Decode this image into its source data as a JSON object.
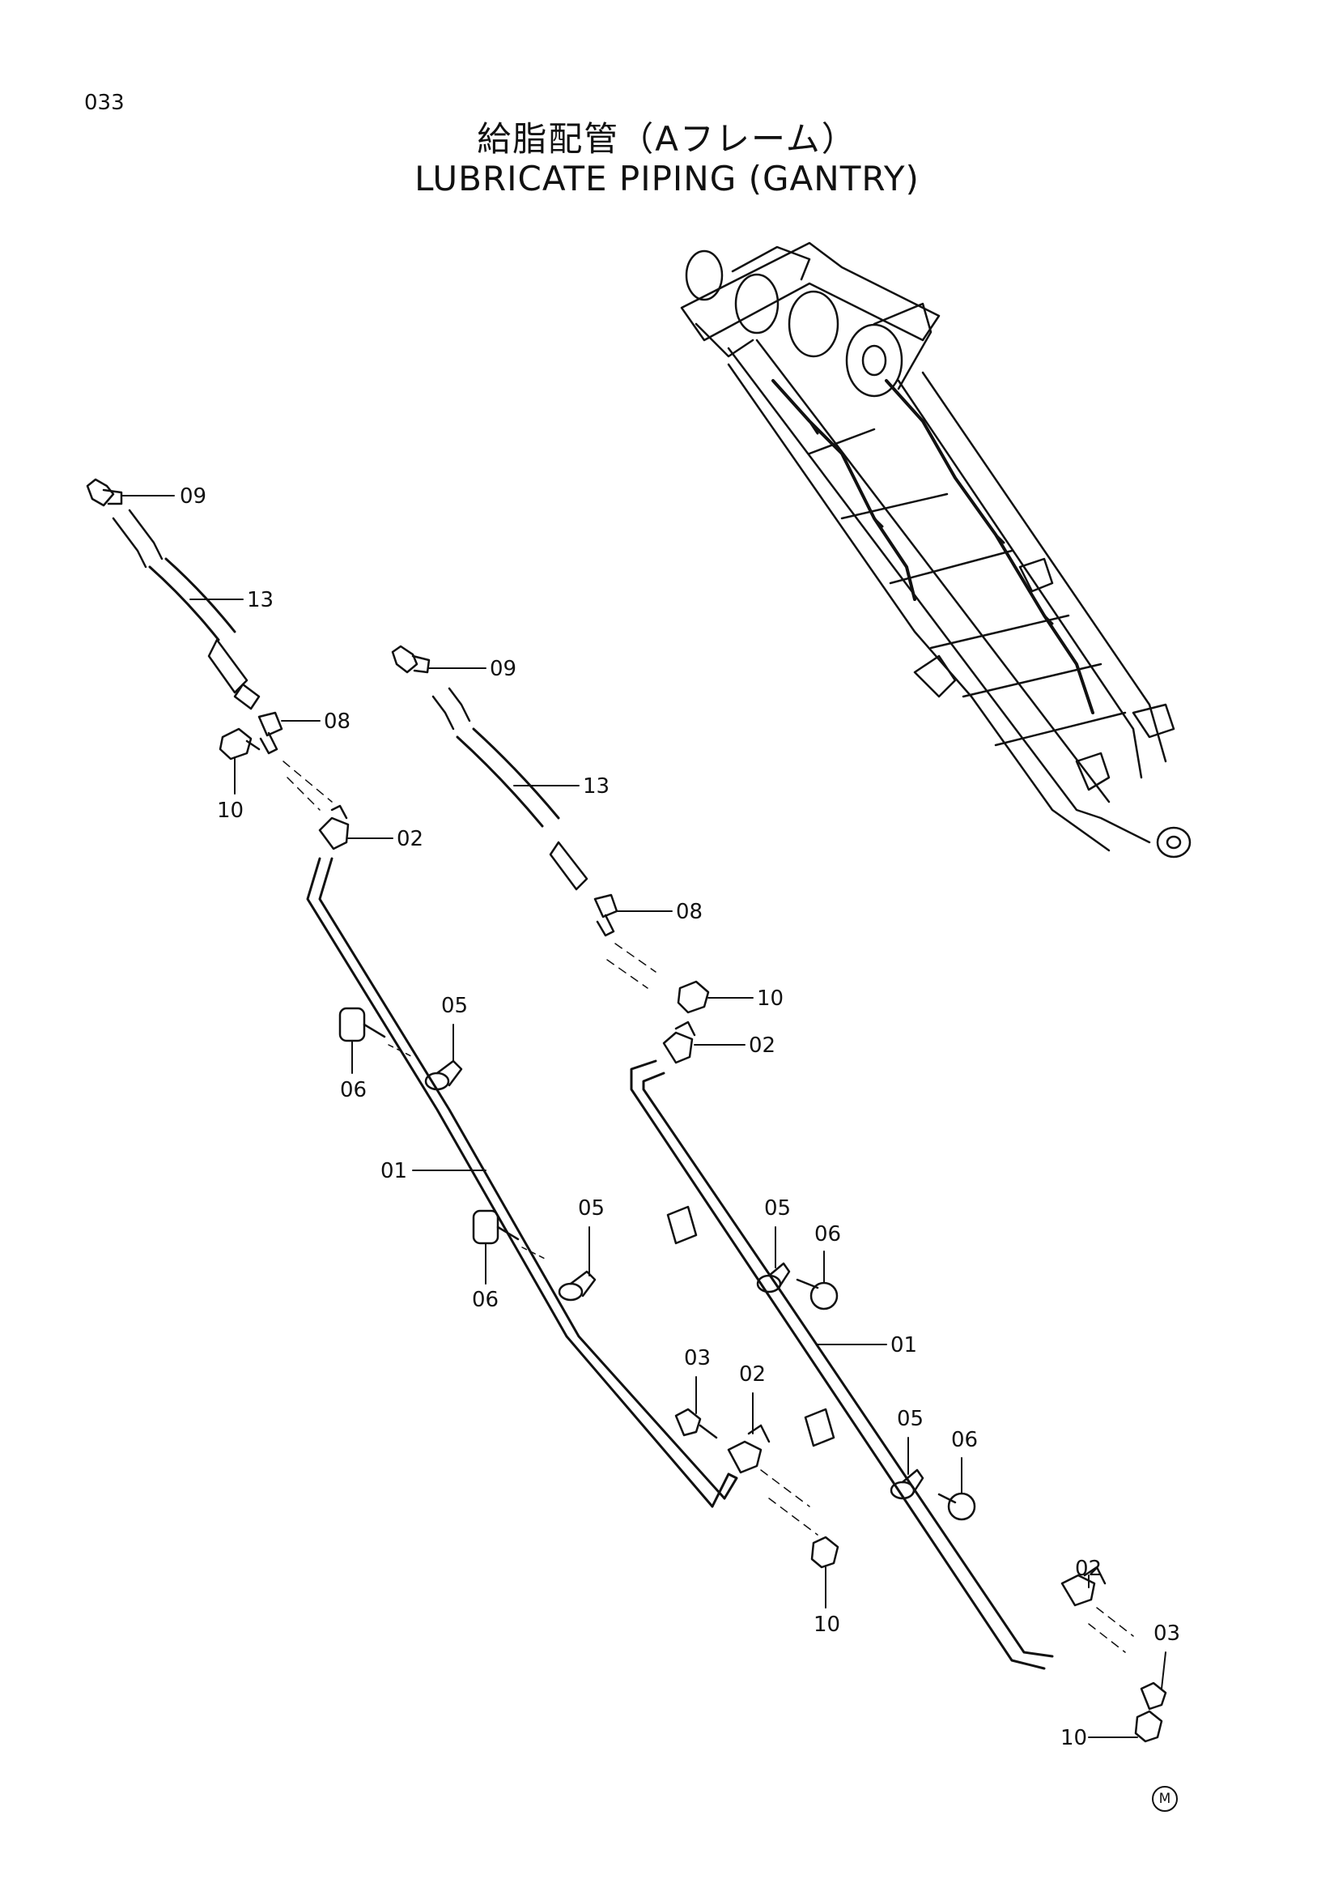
{
  "page_number": "033",
  "title_jp": "給脂配管（Aフレーム）",
  "title_en": "LUBRICATE PIPING (GANTRY)",
  "mark": "M",
  "callouts": {
    "l09": "09",
    "l13": "13",
    "l08": "08",
    "l10": "10",
    "l02": "02",
    "l05a": "05",
    "l06a": "06",
    "l01": "01",
    "l05b": "05",
    "l06b": "06",
    "l03": "03",
    "l02b": "02",
    "l10b": "10",
    "r09": "09",
    "r13": "13",
    "r08": "08",
    "r10": "10",
    "r02": "02",
    "r05a": "05",
    "r06a": "06",
    "r01": "01",
    "r05b": "05",
    "r06b": "06",
    "r02b": "02",
    "r03": "03",
    "r10b": "10"
  }
}
